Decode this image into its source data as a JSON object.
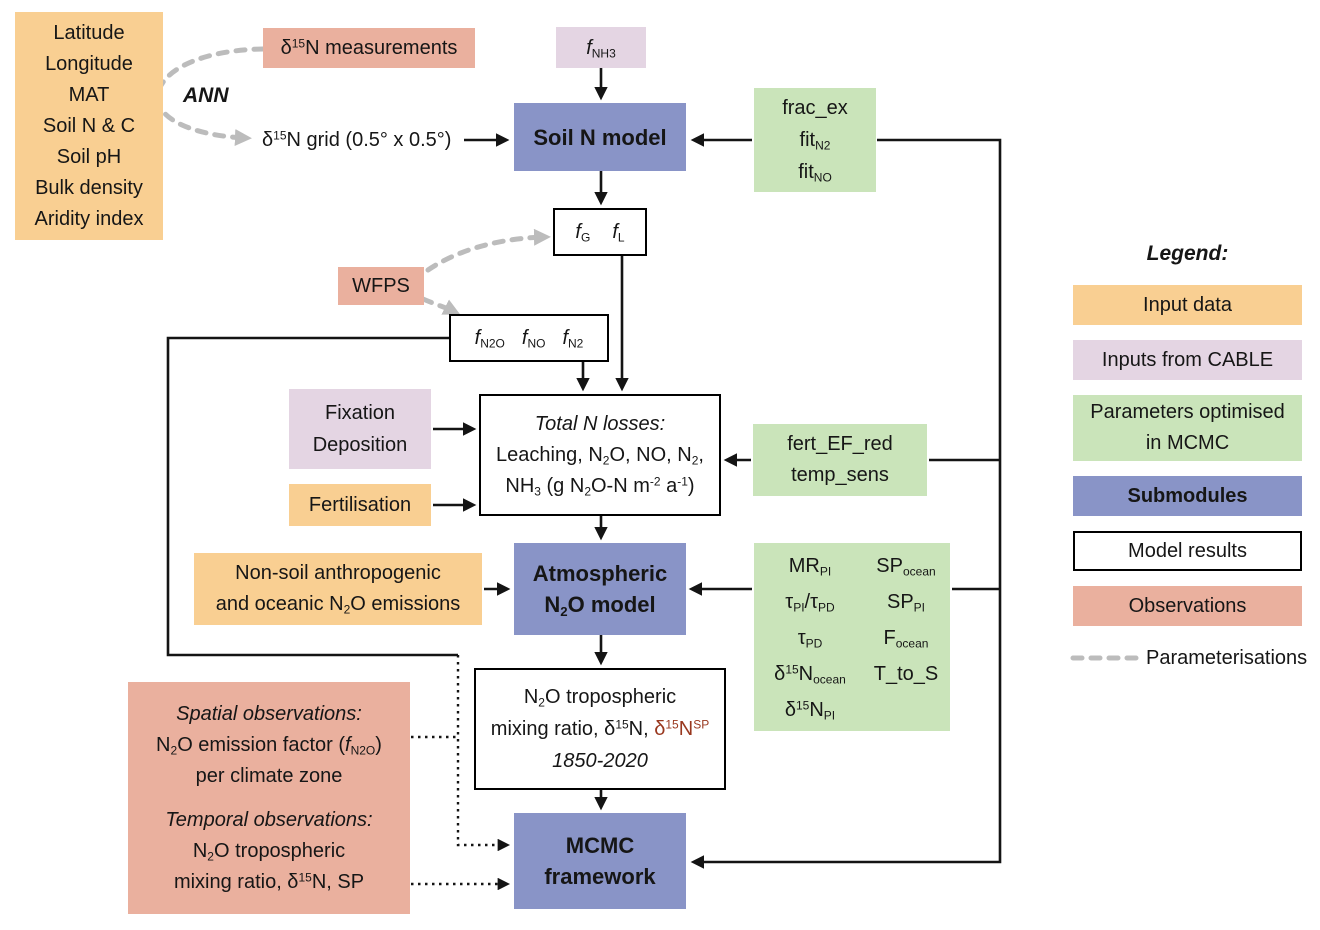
{
  "colors": {
    "input_orange": "#f9cf92",
    "observation_salmon": "#eab09e",
    "cable_lavender": "#e4d5e3",
    "mcmc_green": "#cae4ba",
    "submodule_blue": "#8994c7",
    "highlight_red": "#99381f",
    "parameterisation_grey": "#bcbcbc"
  },
  "boxes": {
    "input_data": [
      "Latitude",
      "Longitude",
      "MAT",
      "Soil N & C",
      "Soil pH",
      "Bulk density",
      "Aridity index"
    ],
    "ann_label": "ANN",
    "d15n_measurements": "δ<sup>15</sup>N measurements",
    "d15n_grid": "δ<sup>15</sup>N grid (0.5° x 0.5°)",
    "f_nh3": "<i>f</i><sub>NH3</sub>",
    "soil_model": "Soil N model",
    "soil_params": [
      "frac_ex",
      "fit<sub>N2</sub>",
      "fit<sub>NO</sub>"
    ],
    "f_gl": [
      "<i>f</i><sub>G</sub>",
      "<i>f</i><sub>L</sub>"
    ],
    "wfps": "WFPS",
    "f_partition": [
      "<i>f</i><sub>N2O</sub>",
      "<i>f</i><sub>NO</sub>",
      "<i>f</i><sub>N2</sub>"
    ],
    "fixation_deposition": [
      "Fixation",
      "Deposition"
    ],
    "fertilisation": "Fertilisation",
    "total_losses": {
      "title": "Total N losses:",
      "line1": "Leaching, N<sub>2</sub>O, NO, N<sub>2</sub>,",
      "line2": "NH<sub>3</sub> (g N<sub>2</sub>O-N m<sup>-2</sup> a<sup>-1</sup>)"
    },
    "loss_params": [
      "fert_EF_red",
      "temp_sens"
    ],
    "nonsoil": [
      "Non-soil anthropogenic",
      "and oceanic N<sub>2</sub>O emissions"
    ],
    "atm_model": [
      "Atmospheric",
      "N<sub>2</sub>O model"
    ],
    "atm_params_col1": [
      "MR<sub>PI</sub>",
      "τ<sub>PI</sub>/τ<sub>PD</sub>",
      "τ<sub>PD</sub>",
      "δ<sup>15</sup>N<sub>ocean</sub>",
      "δ<sup>15</sup>N<sub>PI</sub>"
    ],
    "atm_params_col2": [
      "SP<sub>ocean</sub>",
      "SP<sub>PI</sub>",
      "F<sub>ocean</sub>",
      "T_to_S"
    ],
    "trop": {
      "line1": "N<sub>2</sub>O tropospheric",
      "line2_black": "mixing ratio, δ<sup>15</sup>N, ",
      "line2_red": "δ<sup>15</sup>N<sup>SP</sup>",
      "line3": "1850-2020"
    },
    "observations": {
      "spatial_title": "Spatial observations:",
      "spatial_line1": "N<sub>2</sub>O emission factor (<i>f</i><sub>N2O</sub>)",
      "spatial_line2": "per climate zone",
      "temporal_title": "Temporal observations:",
      "temporal_line1": "N<sub>2</sub>O tropospheric",
      "temporal_line2": "mixing ratio, δ<sup>15</sup>N, SP"
    },
    "mcmc": [
      "MCMC",
      "framework"
    ]
  },
  "legend": {
    "title": "Legend:",
    "input_data": "Input data",
    "cable": "Inputs from CABLE",
    "params": "Parameters optimised in MCMC",
    "submodules": "Submodules",
    "model_results": "Model results",
    "observations": "Observations",
    "parameterisations": "Parameterisations"
  }
}
